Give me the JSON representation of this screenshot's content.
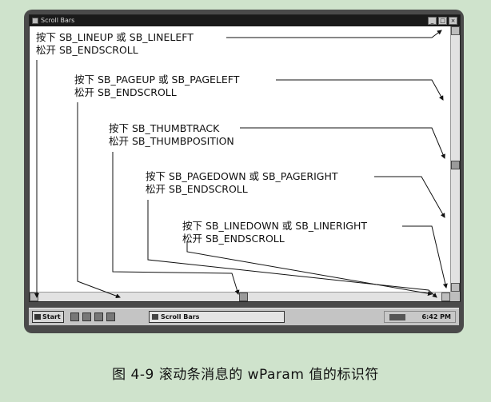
{
  "window": {
    "title": "Scroll Bars",
    "buttons": [
      "_",
      "□",
      "×"
    ]
  },
  "annotations": [
    {
      "line1": "按下 SB_LINEUP 或 SB_LINELEFT",
      "line2": "松开 SB_ENDSCROLL"
    },
    {
      "line1": "按下 SB_PAGEUP 或 SB_PAGELEFT",
      "line2": "松开 SB_ENDSCROLL"
    },
    {
      "line1": "按下 SB_THUMBTRACK",
      "line2": "松开 SB_THUMBPOSITION"
    },
    {
      "line1": "按下 SB_PAGEDOWN 或 SB_PAGERIGHT",
      "line2": "松开 SB_ENDSCROLL"
    },
    {
      "line1": "按下 SB_LINEDOWN 或 SB_LINERIGHT",
      "line2": "松开 SB_ENDSCROLL"
    }
  ],
  "taskbar": {
    "start_label": "Start",
    "task_label": "Scroll Bars",
    "clock": "6:42 PM"
  },
  "caption": "图 4-9   滚动条消息的 wParam 值的标识符",
  "icons": {
    "system_menu": "window-icon",
    "start": "windows-logo-icon",
    "tray": "speaker-icon"
  }
}
